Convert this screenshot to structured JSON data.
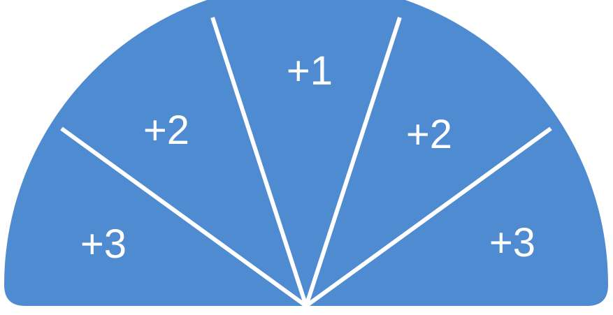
{
  "diagram": {
    "fill_color": "#4f8bd0",
    "divider_color": "#ffffff",
    "segments": [
      {
        "label": "+3"
      },
      {
        "label": "+2"
      },
      {
        "label": "+1"
      },
      {
        "label": "+2"
      },
      {
        "label": "+3"
      }
    ]
  }
}
